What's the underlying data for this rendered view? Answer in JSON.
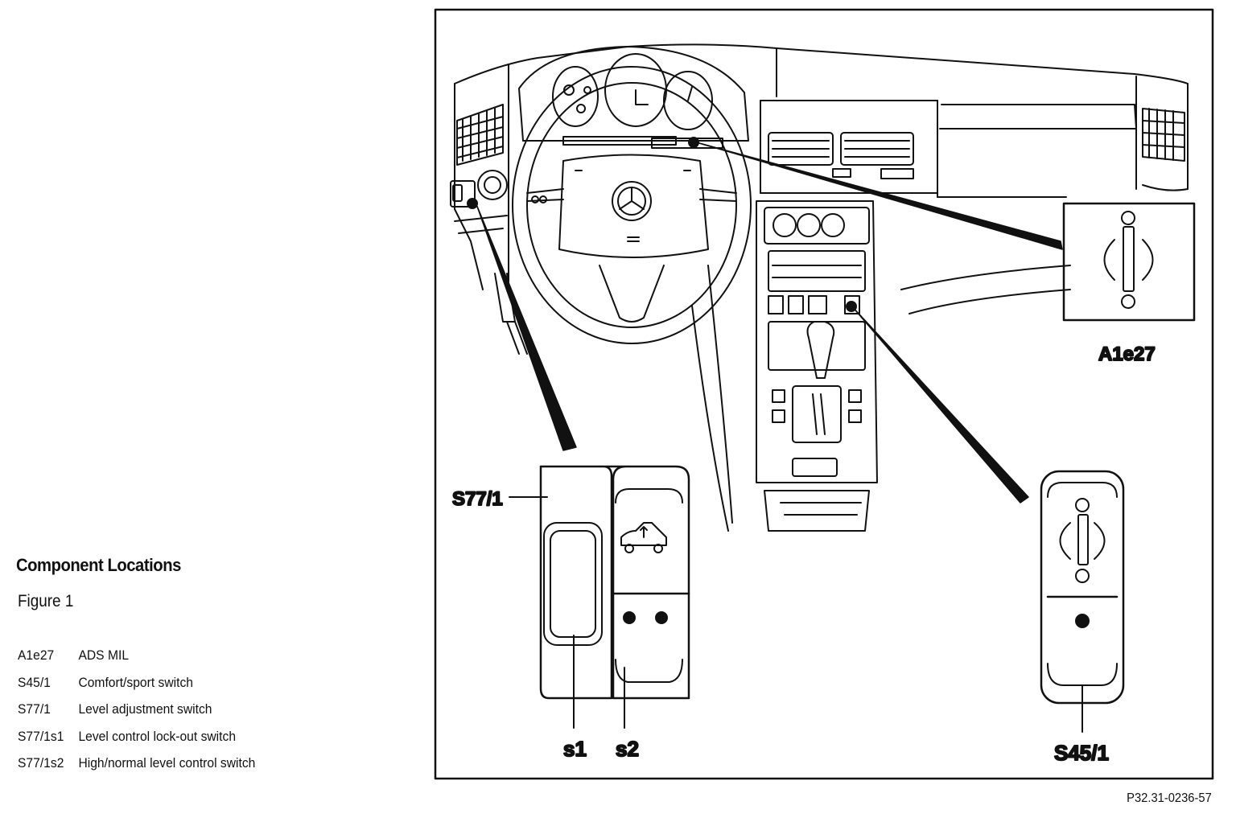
{
  "legend": {
    "title": "Component Locations",
    "subtitle": "Figure 1",
    "items": [
      {
        "code": "A1e27",
        "desc": "ADS MIL"
      },
      {
        "code": "S45/1",
        "desc": "Comfort/sport switch"
      },
      {
        "code": "S77/1",
        "desc": "Level adjustment switch"
      },
      {
        "code": "S77/1s1",
        "desc": "Level control lock-out switch"
      },
      {
        "code": "S77/1s2",
        "desc": "High/normal level control switch"
      }
    ]
  },
  "callouts": {
    "a1e27": "A1e27",
    "s77_1": "S77/1",
    "s1": "s1",
    "s2": "s2",
    "s45_1": "S45/1"
  },
  "figure_id": "P32.31-0236-57"
}
